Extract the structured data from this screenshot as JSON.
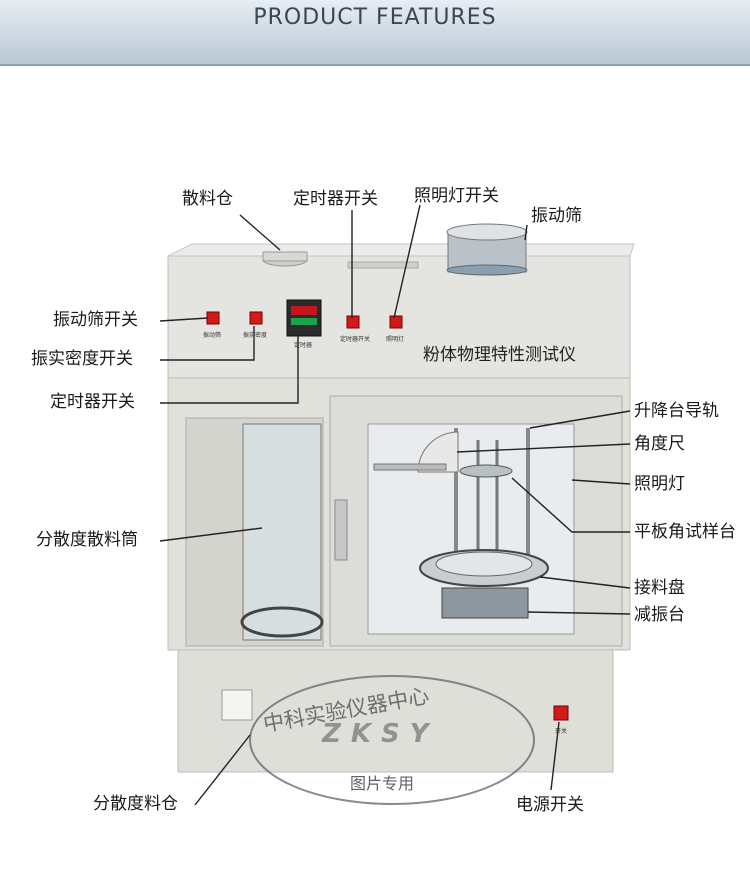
{
  "header": {
    "title": "PRODUCT FEATURES"
  },
  "device": {
    "name": "粉体物理特性测试仪",
    "panel_labels": [
      "振动筛",
      "振实密度",
      "定时器",
      "定时器开关",
      "照明灯"
    ],
    "power_mark": "开关"
  },
  "callouts": {
    "powder_bin": "散料仓",
    "timer_switch_top": "定时器开关",
    "light_switch": "照明灯开关",
    "vibrating_screen": "振动筛",
    "screen_switch": "振动筛开关",
    "tap_density_switch": "振实密度开关",
    "timer_switch_left": "定时器开关",
    "dispersion_cylinder": "分散度散料筒",
    "lift_rail": "升降台导轨",
    "protractor": "角度尺",
    "lighting": "照明灯",
    "plate_angle_stage": "平板角试样台",
    "receiving_tray": "接料盘",
    "damping_stage": "减振台",
    "dispersion_bin": "分散度料仓",
    "power_switch": "电源开关"
  },
  "watermark": {
    "title": "中科实验仪器中心",
    "logo": "ZKSY",
    "subtitle": "图片专用"
  }
}
